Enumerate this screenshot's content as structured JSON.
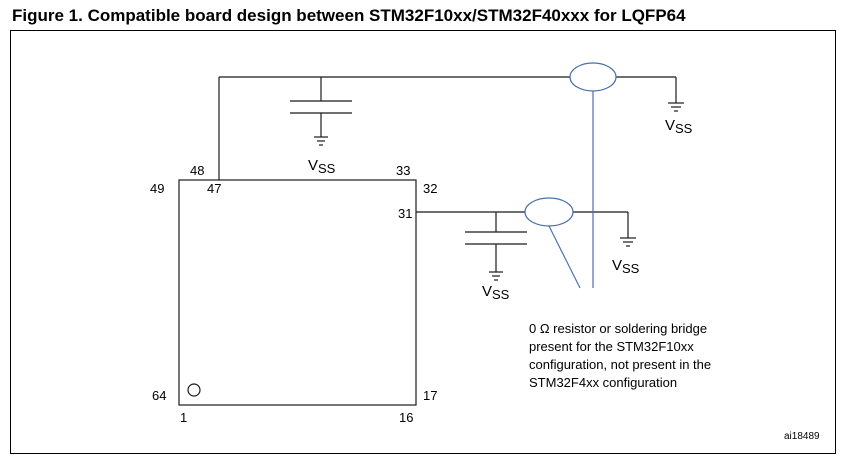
{
  "figure": {
    "title": "Figure 1. Compatible board design between STM32F10xx/STM32F40xxx for LQFP64",
    "reference": "ai18489"
  },
  "chip": {
    "pins": {
      "p48": "48",
      "p47": "47",
      "p49": "49",
      "p33": "33",
      "p32": "32",
      "p31": "31",
      "p64": "64",
      "p1": "1",
      "p16": "16",
      "p17": "17"
    }
  },
  "supply": {
    "v_letter": "V",
    "ss_sub": "SS"
  },
  "note": {
    "lines": [
      "0 Ω resistor or soldering bridge",
      "present for the STM32F10xx",
      "configuration, not present in the",
      "STM32F4xx configuration"
    ]
  },
  "colors": {
    "wire": "#1a1a1a",
    "callout": "#4a6fb0"
  }
}
